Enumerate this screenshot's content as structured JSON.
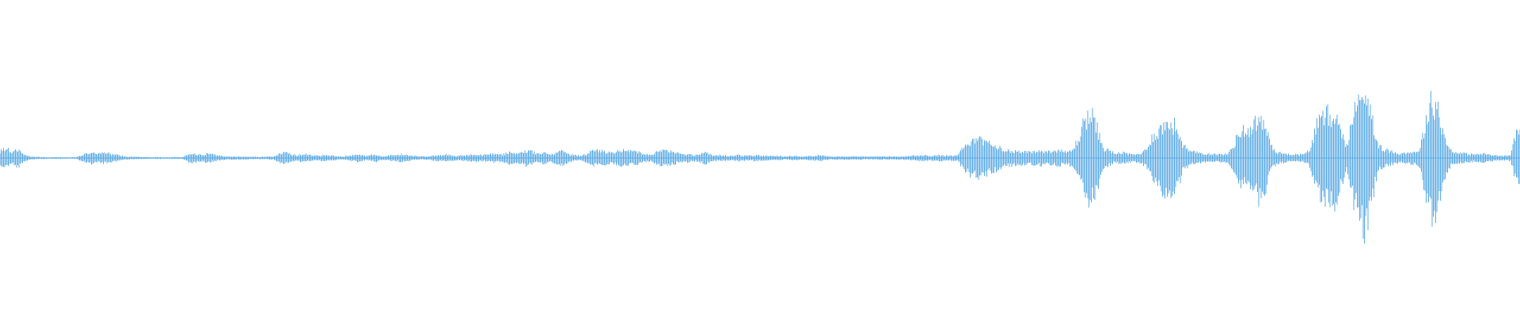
{
  "waveform": {
    "color": "#5aaae6",
    "background": "#ffffff",
    "amplitude_max": 1.0,
    "duration_fraction_end": 1.0,
    "envelope": [
      [
        0.0,
        0.09
      ],
      [
        0.004,
        0.14
      ],
      [
        0.008,
        0.08
      ],
      [
        0.012,
        0.12
      ],
      [
        0.016,
        0.05
      ],
      [
        0.02,
        0.02
      ],
      [
        0.03,
        0.01
      ],
      [
        0.05,
        0.01
      ],
      [
        0.056,
        0.06
      ],
      [
        0.06,
        0.08
      ],
      [
        0.064,
        0.05
      ],
      [
        0.068,
        0.07
      ],
      [
        0.072,
        0.06
      ],
      [
        0.078,
        0.04
      ],
      [
        0.082,
        0.02
      ],
      [
        0.09,
        0.015
      ],
      [
        0.1,
        0.012
      ],
      [
        0.11,
        0.01
      ],
      [
        0.12,
        0.012
      ],
      [
        0.124,
        0.05
      ],
      [
        0.128,
        0.07
      ],
      [
        0.132,
        0.04
      ],
      [
        0.136,
        0.06
      ],
      [
        0.14,
        0.05
      ],
      [
        0.144,
        0.03
      ],
      [
        0.15,
        0.02
      ],
      [
        0.16,
        0.02
      ],
      [
        0.17,
        0.015
      ],
      [
        0.18,
        0.02
      ],
      [
        0.184,
        0.06
      ],
      [
        0.188,
        0.08
      ],
      [
        0.192,
        0.05
      ],
      [
        0.196,
        0.04
      ],
      [
        0.2,
        0.06
      ],
      [
        0.204,
        0.04
      ],
      [
        0.208,
        0.03
      ],
      [
        0.214,
        0.04
      ],
      [
        0.22,
        0.03
      ],
      [
        0.226,
        0.02
      ],
      [
        0.232,
        0.04
      ],
      [
        0.236,
        0.05
      ],
      [
        0.24,
        0.03
      ],
      [
        0.244,
        0.04
      ],
      [
        0.248,
        0.05
      ],
      [
        0.252,
        0.02
      ],
      [
        0.258,
        0.04
      ],
      [
        0.264,
        0.05
      ],
      [
        0.268,
        0.04
      ],
      [
        0.272,
        0.03
      ],
      [
        0.278,
        0.02
      ],
      [
        0.284,
        0.03
      ],
      [
        0.29,
        0.04
      ],
      [
        0.294,
        0.05
      ],
      [
        0.3,
        0.03
      ],
      [
        0.306,
        0.04
      ],
      [
        0.312,
        0.05
      ],
      [
        0.318,
        0.04
      ],
      [
        0.324,
        0.06
      ],
      [
        0.33,
        0.05
      ],
      [
        0.336,
        0.08
      ],
      [
        0.34,
        0.06
      ],
      [
        0.346,
        0.1
      ],
      [
        0.35,
        0.09
      ],
      [
        0.354,
        0.06
      ],
      [
        0.358,
        0.08
      ],
      [
        0.362,
        0.05
      ],
      [
        0.366,
        0.07
      ],
      [
        0.37,
        0.11
      ],
      [
        0.374,
        0.06
      ],
      [
        0.378,
        0.04
      ],
      [
        0.382,
        0.03
      ],
      [
        0.386,
        0.06
      ],
      [
        0.39,
        0.1
      ],
      [
        0.394,
        0.11
      ],
      [
        0.398,
        0.09
      ],
      [
        0.402,
        0.07
      ],
      [
        0.406,
        0.1
      ],
      [
        0.41,
        0.11
      ],
      [
        0.414,
        0.09
      ],
      [
        0.418,
        0.1
      ],
      [
        0.422,
        0.06
      ],
      [
        0.428,
        0.04
      ],
      [
        0.432,
        0.09
      ],
      [
        0.436,
        0.1
      ],
      [
        0.44,
        0.11
      ],
      [
        0.444,
        0.08
      ],
      [
        0.448,
        0.05
      ],
      [
        0.452,
        0.06
      ],
      [
        0.456,
        0.04
      ],
      [
        0.46,
        0.05
      ],
      [
        0.464,
        0.08
      ],
      [
        0.468,
        0.04
      ],
      [
        0.474,
        0.04
      ],
      [
        0.48,
        0.03
      ],
      [
        0.486,
        0.04
      ],
      [
        0.492,
        0.03
      ],
      [
        0.498,
        0.04
      ],
      [
        0.504,
        0.03
      ],
      [
        0.51,
        0.03
      ],
      [
        0.516,
        0.02
      ],
      [
        0.522,
        0.03
      ],
      [
        0.528,
        0.02
      ],
      [
        0.534,
        0.03
      ],
      [
        0.54,
        0.04
      ],
      [
        0.546,
        0.02
      ],
      [
        0.552,
        0.02
      ],
      [
        0.558,
        0.02
      ],
      [
        0.564,
        0.02
      ],
      [
        0.57,
        0.02
      ],
      [
        0.576,
        0.02
      ],
      [
        0.582,
        0.02
      ],
      [
        0.588,
        0.02
      ],
      [
        0.594,
        0.02
      ],
      [
        0.6,
        0.03
      ],
      [
        0.606,
        0.04
      ],
      [
        0.612,
        0.03
      ],
      [
        0.618,
        0.04
      ],
      [
        0.624,
        0.03
      ],
      [
        0.63,
        0.04
      ],
      [
        0.634,
        0.16
      ],
      [
        0.638,
        0.22
      ],
      [
        0.642,
        0.26
      ],
      [
        0.646,
        0.24
      ],
      [
        0.65,
        0.21
      ],
      [
        0.654,
        0.18
      ],
      [
        0.66,
        0.12
      ],
      [
        0.666,
        0.1
      ],
      [
        0.672,
        0.09
      ],
      [
        0.678,
        0.08
      ],
      [
        0.684,
        0.1
      ],
      [
        0.69,
        0.09
      ],
      [
        0.696,
        0.11
      ],
      [
        0.702,
        0.08
      ],
      [
        0.706,
        0.12
      ],
      [
        0.71,
        0.3
      ],
      [
        0.714,
        0.56
      ],
      [
        0.718,
        0.62
      ],
      [
        0.722,
        0.4
      ],
      [
        0.726,
        0.14
      ],
      [
        0.73,
        0.1
      ],
      [
        0.734,
        0.06
      ],
      [
        0.738,
        0.08
      ],
      [
        0.742,
        0.06
      ],
      [
        0.746,
        0.05
      ],
      [
        0.75,
        0.06
      ],
      [
        0.754,
        0.12
      ],
      [
        0.758,
        0.3
      ],
      [
        0.762,
        0.38
      ],
      [
        0.766,
        0.46
      ],
      [
        0.77,
        0.5
      ],
      [
        0.774,
        0.44
      ],
      [
        0.778,
        0.2
      ],
      [
        0.782,
        0.1
      ],
      [
        0.786,
        0.08
      ],
      [
        0.79,
        0.07
      ],
      [
        0.796,
        0.06
      ],
      [
        0.802,
        0.05
      ],
      [
        0.808,
        0.06
      ],
      [
        0.812,
        0.2
      ],
      [
        0.816,
        0.4
      ],
      [
        0.82,
        0.38
      ],
      [
        0.824,
        0.44
      ],
      [
        0.828,
        0.56
      ],
      [
        0.832,
        0.48
      ],
      [
        0.836,
        0.18
      ],
      [
        0.84,
        0.08
      ],
      [
        0.846,
        0.06
      ],
      [
        0.852,
        0.05
      ],
      [
        0.858,
        0.05
      ],
      [
        0.862,
        0.12
      ],
      [
        0.866,
        0.48
      ],
      [
        0.87,
        0.54
      ],
      [
        0.874,
        0.62
      ],
      [
        0.878,
        0.64
      ],
      [
        0.882,
        0.38
      ],
      [
        0.886,
        0.18
      ],
      [
        0.89,
        0.56
      ],
      [
        0.894,
        0.82
      ],
      [
        0.898,
        1.0
      ],
      [
        0.902,
        0.7
      ],
      [
        0.906,
        0.2
      ],
      [
        0.91,
        0.12
      ],
      [
        0.914,
        0.1
      ],
      [
        0.918,
        0.08
      ],
      [
        0.922,
        0.06
      ],
      [
        0.926,
        0.08
      ],
      [
        0.93,
        0.08
      ],
      [
        0.934,
        0.12
      ],
      [
        0.938,
        0.5
      ],
      [
        0.942,
        0.82
      ],
      [
        0.946,
        0.74
      ],
      [
        0.95,
        0.3
      ],
      [
        0.954,
        0.12
      ],
      [
        0.958,
        0.08
      ],
      [
        0.964,
        0.06
      ],
      [
        0.97,
        0.05
      ],
      [
        0.976,
        0.06
      ],
      [
        0.982,
        0.04
      ],
      [
        0.988,
        0.03
      ],
      [
        0.994,
        0.04
      ],
      [
        0.998,
        0.4
      ],
      [
        1.0,
        0.4
      ]
    ]
  }
}
